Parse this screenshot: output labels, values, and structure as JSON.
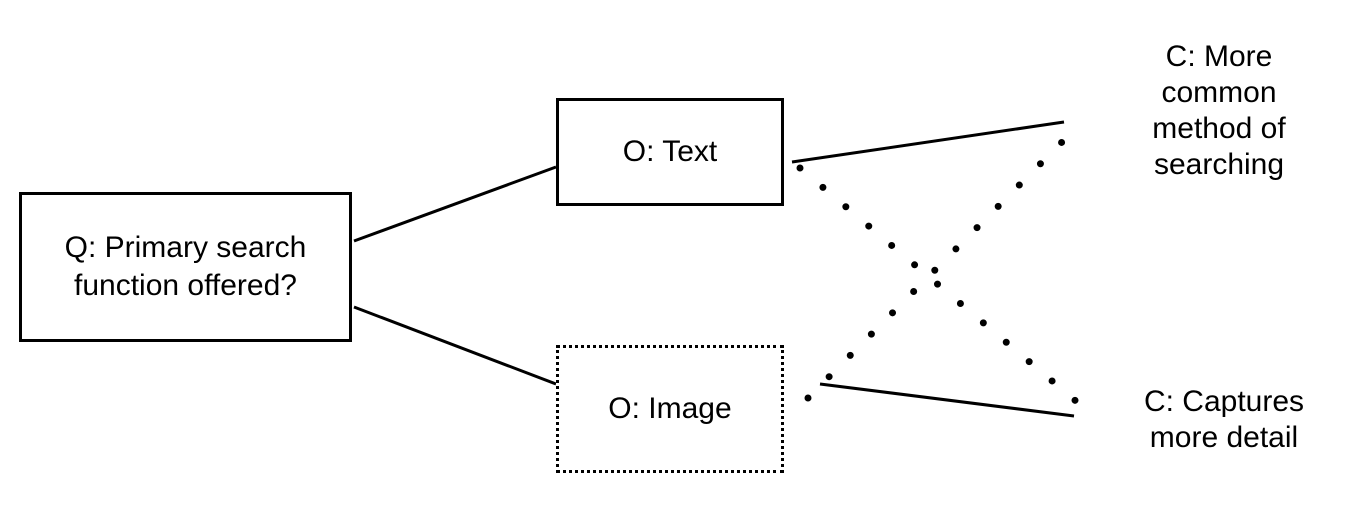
{
  "question": {
    "label": "Q: Primary search function offered?"
  },
  "options": [
    {
      "label": "O: Text",
      "style": "solid"
    },
    {
      "label": "O: Image",
      "style": "dotted"
    }
  ],
  "criteria": [
    {
      "label": "C: More\ncommon\nmethod of\nsearching"
    },
    {
      "label": "C: Captures\nmore detail"
    }
  ],
  "links": [
    {
      "from": "O: Text",
      "to": "C: More common method of searching",
      "style": "solid"
    },
    {
      "from": "O: Text",
      "to": "C: Captures more detail",
      "style": "dotted"
    },
    {
      "from": "O: Image",
      "to": "C: More common method of searching",
      "style": "dotted"
    },
    {
      "from": "O: Image",
      "to": "C: Captures more detail",
      "style": "solid"
    }
  ],
  "colors": {
    "ink": "#000000",
    "background": "#ffffff"
  }
}
